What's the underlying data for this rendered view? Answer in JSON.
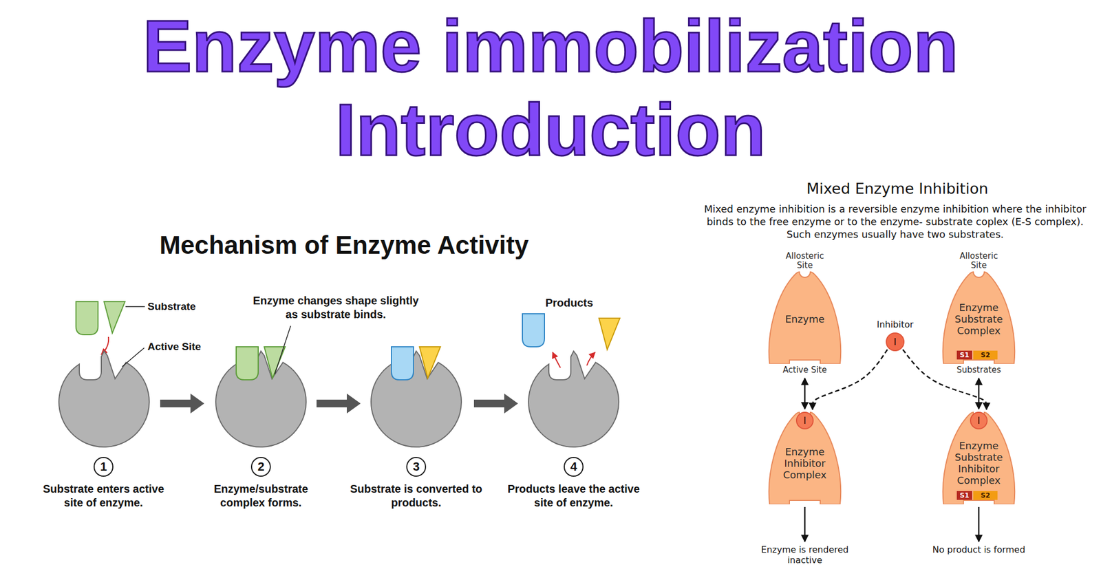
{
  "diagram": {
    "title": "Enzyme immobilization Introduction",
    "nodes": [
      {
        "text": [
          "1"
        ]
      },
      {
        "text": [
          "2"
        ]
      },
      {
        "text": [
          "3"
        ]
      },
      {
        "text": [
          "4"
        ]
      },
      {
        "text": [
          "Allosteric Site",
          "Enzyme",
          "Active Site"
        ]
      },
      {
        "text": [
          "I"
        ]
      },
      {
        "text": [
          "Allosteric Site",
          "Enzyme Substrate Complex",
          "Substrates"
        ]
      },
      {
        "text": [
          "S1"
        ],
        "in": 6
      },
      {
        "text": [
          "S2"
        ],
        "in": 6
      },
      {
        "text": [
          "Enzyme Inhibitor Complex"
        ]
      },
      {
        "text": [
          "I"
        ],
        "in": 9
      },
      {
        "text": [
          "Enzyme Substrate Inhibitor Complex"
        ]
      },
      {
        "text": [
          "I"
        ],
        "in": 11
      },
      {
        "text": [
          "S1"
        ],
        "in": 11
      },
      {
        "text": [
          "S2"
        ],
        "in": 11
      }
    ],
    "edges": [
      {
        "from": 4,
        "to": 9,
        "arrow": "both"
      },
      {
        "from": 6,
        "to": 11,
        "arrow": "both"
      },
      {
        "from": 5,
        "to": 9,
        "arrow": "to"
      },
      {
        "from": 5,
        "to": 11,
        "arrow": "to"
      }
    ],
    "labels": [
      "Mechanism of Enzyme Activity",
      "Substrate",
      "Active Site",
      "Enzyme changes shape slightly as substrate binds.",
      "Products",
      "Substrate enters active site of enzyme.",
      "Enzyme/substrate complex forms.",
      "Substrate is converted to products.",
      "Products leave the active site of enzyme.",
      "Mixed Enzyme Inhibition",
      "Mixed enzyme inhibition is a reversible enzyme inhibition where the inhibitor binds to the free enzyme or to the enzyme- substrate coplex (E-S complex). Such enzymes usually have two substrates.",
      "Inhibitor",
      "Enzyme is rendered inactive",
      "No product is formed"
    ]
  }
}
